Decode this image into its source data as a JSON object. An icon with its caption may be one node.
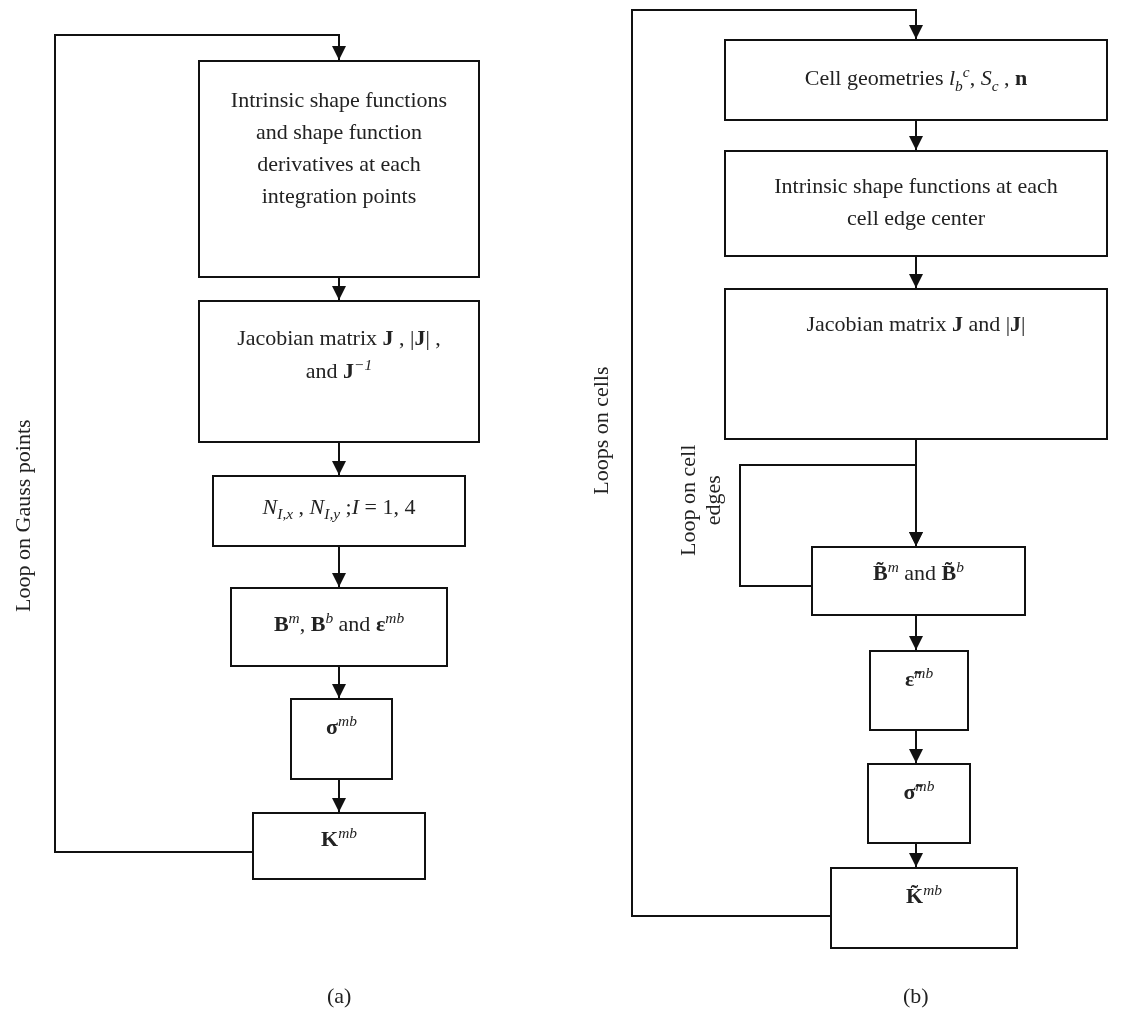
{
  "diagram": {
    "nodes": [
      {
        "text": [
          "Intrinsic shape functions and shape function derivatives at each integration points"
        ]
      },
      {
        "text": [
          "Jacobian matrix  **J** , |**J**| , and  **J**$^{−1}$"
        ]
      },
      {
        "text": [
          "*N*$_{I,x}$ , *N*$_{I,y}$ ;*I* = 1, 4"
        ]
      },
      {
        "text": [
          "**B**$^{m}$, **B**$^{b}$ and **ε**$^{mb}$"
        ]
      },
      {
        "text": [
          "**σ**$^{mb}$"
        ]
      },
      {
        "text": [
          "**K**$^{mb}$"
        ]
      },
      {
        "text": [
          "Cell geometries *l*$_{b}$$^{c}$, *S*$_{c}$ , **n**"
        ]
      },
      {
        "text": [
          "Intrinsic shape functions at each cell edge center"
        ]
      },
      {
        "text": [
          "Jacobian matrix  **J**  and |**J**|"
        ]
      },
      {
        "text": [
          "**B̃**$^{m}$ and **B̃**$^{b}$"
        ]
      },
      {
        "text": [
          "**ε̃**$^{mb}$"
        ]
      },
      {
        "text": [
          "**σ̃**$^{mb}$"
        ]
      },
      {
        "text": [
          "**K̃**$^{mb}$"
        ]
      }
    ],
    "edges": [
      {
        "from": 0,
        "to": 1,
        "arrow": "to"
      },
      {
        "from": 1,
        "to": 2,
        "arrow": "to"
      },
      {
        "from": 2,
        "to": 3,
        "arrow": "to"
      },
      {
        "from": 3,
        "to": 4,
        "arrow": "to"
      },
      {
        "from": 4,
        "to": 5,
        "arrow": "to"
      },
      {
        "from": 5,
        "to": 0,
        "arrow": "to"
      },
      {
        "from": 6,
        "to": 7,
        "arrow": "to"
      },
      {
        "from": 7,
        "to": 8,
        "arrow": "to"
      },
      {
        "from": 8,
        "to": 9,
        "arrow": "to"
      },
      {
        "from": 9,
        "to": 9,
        "arrow": "to"
      },
      {
        "from": 9,
        "to": 10,
        "arrow": "to"
      },
      {
        "from": 10,
        "to": 11,
        "arrow": "to"
      },
      {
        "from": 11,
        "to": 12,
        "arrow": "to"
      },
      {
        "from": 12,
        "to": 6,
        "arrow": "to"
      }
    ],
    "labels": [
      "Loop on Gauss points",
      "Loops on cells",
      "Loop on cell edges",
      "(a)",
      "(b)"
    ]
  }
}
